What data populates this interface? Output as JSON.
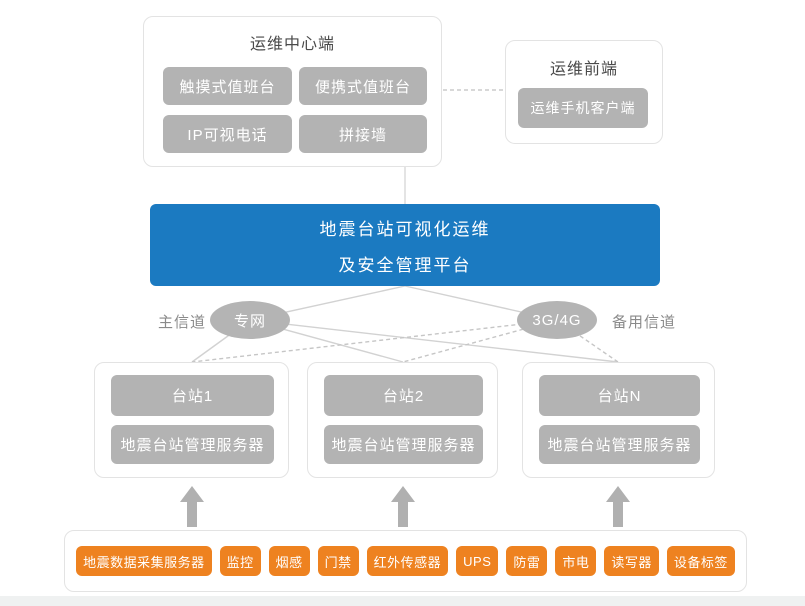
{
  "ops_center": {
    "title": "运维中心端",
    "items": [
      "触摸式值班台",
      "便携式值班台",
      "IP可视电话",
      "拼接墙"
    ]
  },
  "front_end": {
    "title": "运维前端",
    "item": "运维手机客户端"
  },
  "platform": {
    "line1": "地震台站可视化运维",
    "line2": "及安全管理平台"
  },
  "channels": {
    "primary_label": "主信道",
    "primary": "专网",
    "backup": "3G/4G",
    "backup_label": "备用信道"
  },
  "stations": [
    {
      "name": "台站1",
      "server": "地震台站管理服务器"
    },
    {
      "name": "台站2",
      "server": "地震台站管理服务器"
    },
    {
      "name": "台站N",
      "server": "地震台站管理服务器"
    }
  ],
  "devices": [
    "地震数据采集服务器",
    "监控",
    "烟感",
    "门禁",
    "红外传感器",
    "UPS",
    "防雷",
    "市电",
    "读写器",
    "设备标签"
  ],
  "colors": {
    "platform_blue": "#1b7ac1",
    "chip_gray": "#b3b3b3",
    "device_orange": "#ee8220",
    "line_gray": "#d2d2d2",
    "dashed_gray": "#c6c6c6",
    "arrow_gray": "#b0b0b0",
    "border_gray": "#e3e3e3"
  }
}
